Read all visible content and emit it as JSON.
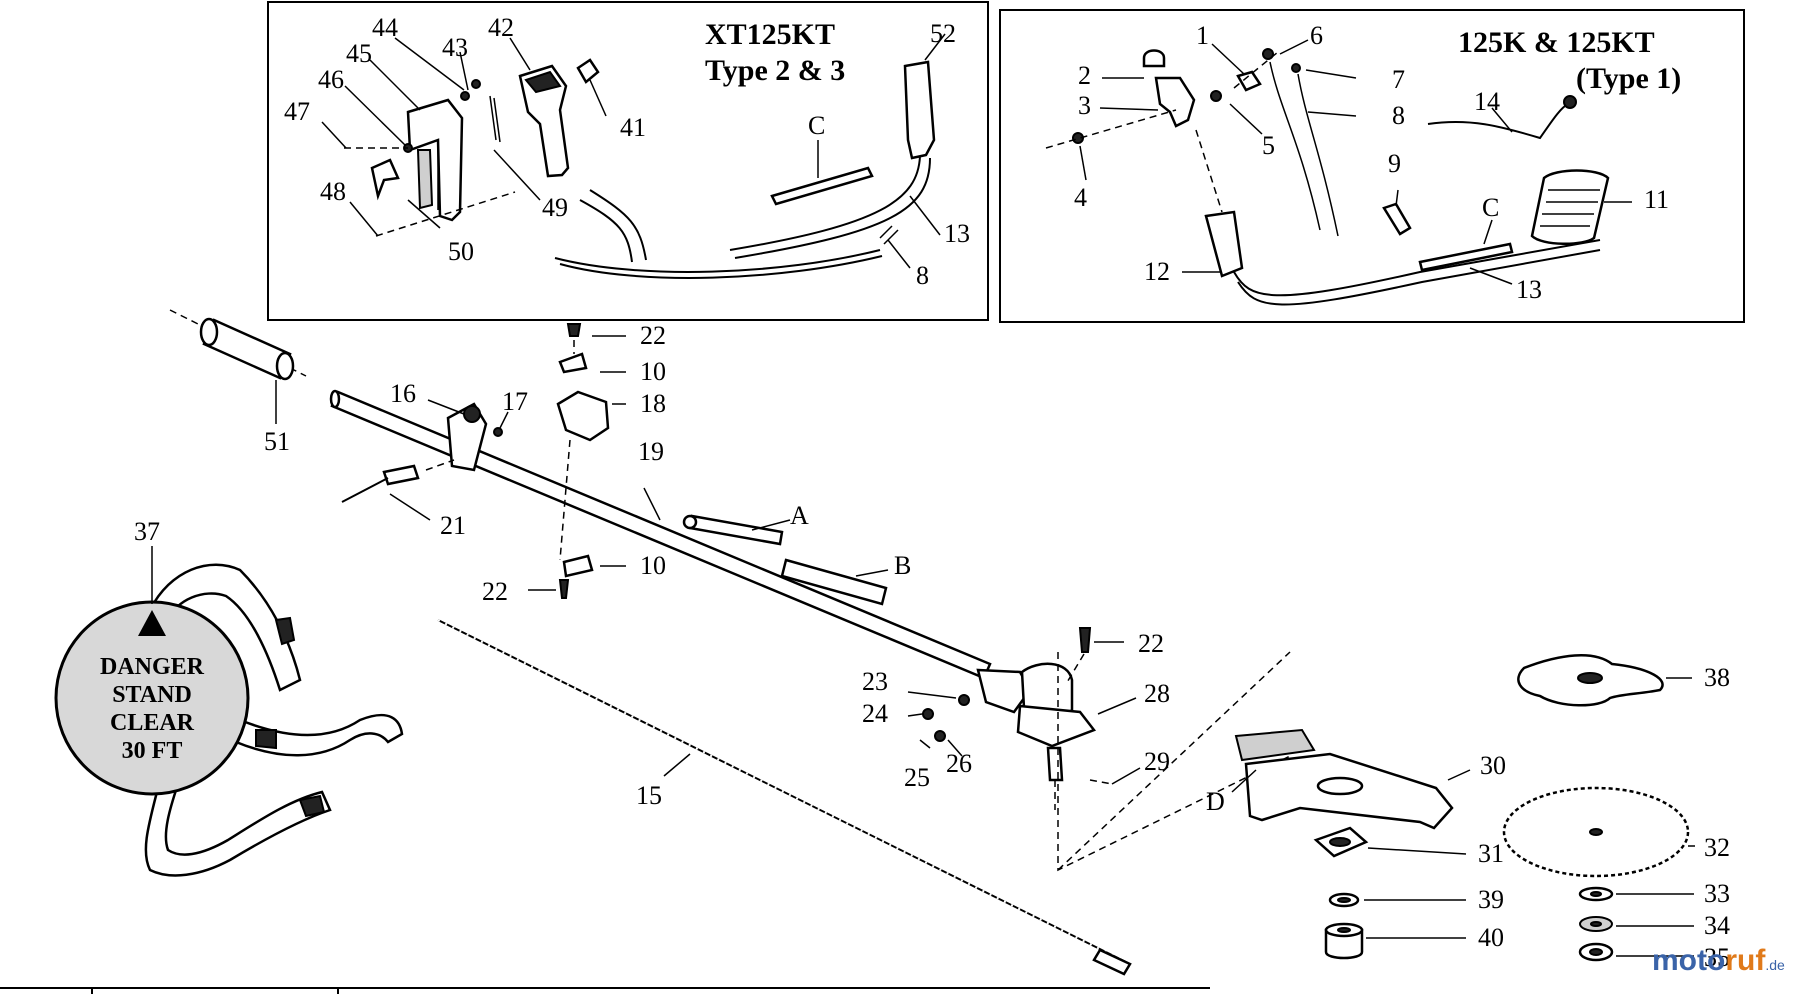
{
  "titles": {
    "left_panel": [
      "XT125KT",
      "Type 2 & 3"
    ],
    "right_panel": [
      "125K & 125KT",
      "(Type 1)"
    ]
  },
  "danger_sign": [
    "DANGER",
    "STAND",
    "CLEAR",
    "30 FT"
  ],
  "watermark": {
    "part1": "moto",
    "part2": "ruf",
    "part3": ".de"
  },
  "callouts": {
    "c44": "44",
    "c43": "43",
    "c42": "42",
    "c41": "41",
    "c45": "45",
    "c46": "46",
    "c47": "47",
    "c48": "48",
    "c49": "49",
    "c50": "50",
    "c52": "52",
    "c13a": "13",
    "c8a": "8",
    "cCa": "C",
    "c1": "1",
    "c2": "2",
    "c3": "3",
    "c4": "4",
    "c5": "5",
    "c6": "6",
    "c7": "7",
    "c8b": "8",
    "c9": "9",
    "c11": "11",
    "c12": "12",
    "c13b": "13",
    "c14": "14",
    "cCb": "C",
    "c22a": "22",
    "c10a": "10",
    "c18": "18",
    "c16": "16",
    "c17": "17",
    "c51": "51",
    "c19": "19",
    "cA": "A",
    "cB": "B",
    "c21": "21",
    "c10b": "10",
    "c22b": "22",
    "c37": "37",
    "c15": "15",
    "c22c": "22",
    "c23": "23",
    "c24": "24",
    "c28": "28",
    "c25": "25",
    "c26": "26",
    "c29": "29",
    "c30": "30",
    "cD": "D",
    "c38": "38",
    "c31": "31",
    "c32": "32",
    "c39": "39",
    "c33": "33",
    "c40": "40",
    "c34": "34",
    "c35": "35"
  }
}
